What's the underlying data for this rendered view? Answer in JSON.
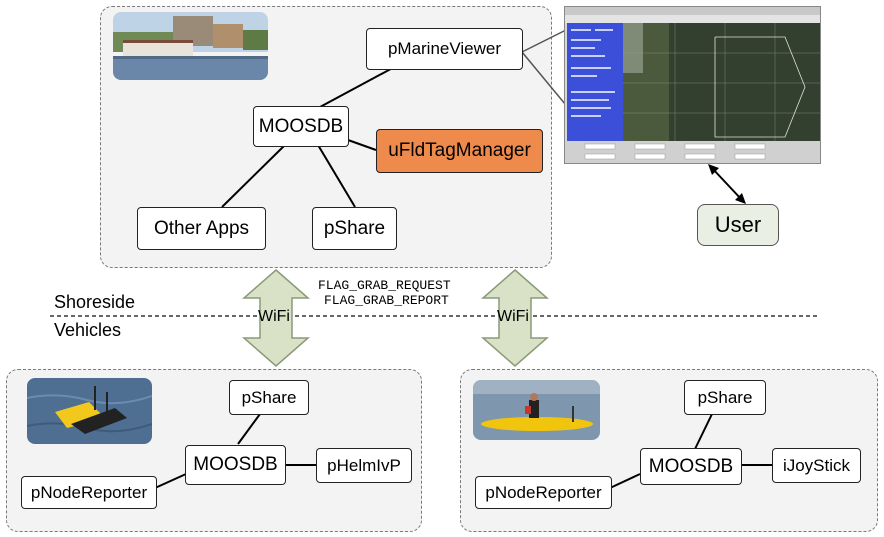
{
  "shoreside": {
    "label": "Shoreside",
    "nodes": {
      "moosdb": "MOOSDB",
      "viewer": "pMarineViewer",
      "tag_manager": "uFldTagManager",
      "other_apps": "Other Apps",
      "pshare": "pShare"
    }
  },
  "user": "User",
  "vehicles_label": "Vehicles",
  "wifi_left": "WiFi",
  "wifi_right": "WiFi",
  "messages": [
    "FLAG_GRAB_REQUEST",
    "FLAG_GRAB_REPORT"
  ],
  "vehicle1": {
    "pshare": "pShare",
    "moosdb": "MOOSDB",
    "helm": "pHelmIvP",
    "reporter": "pNodeReporter"
  },
  "vehicle2": {
    "pshare": "pShare",
    "moosdb": "MOOSDB",
    "joystick": "iJoyStick",
    "reporter": "pNodeReporter"
  },
  "colors": {
    "accent": "#ee8a4c",
    "arrow_fill": "#d9e2c6",
    "panel": "#f3f3f3"
  }
}
